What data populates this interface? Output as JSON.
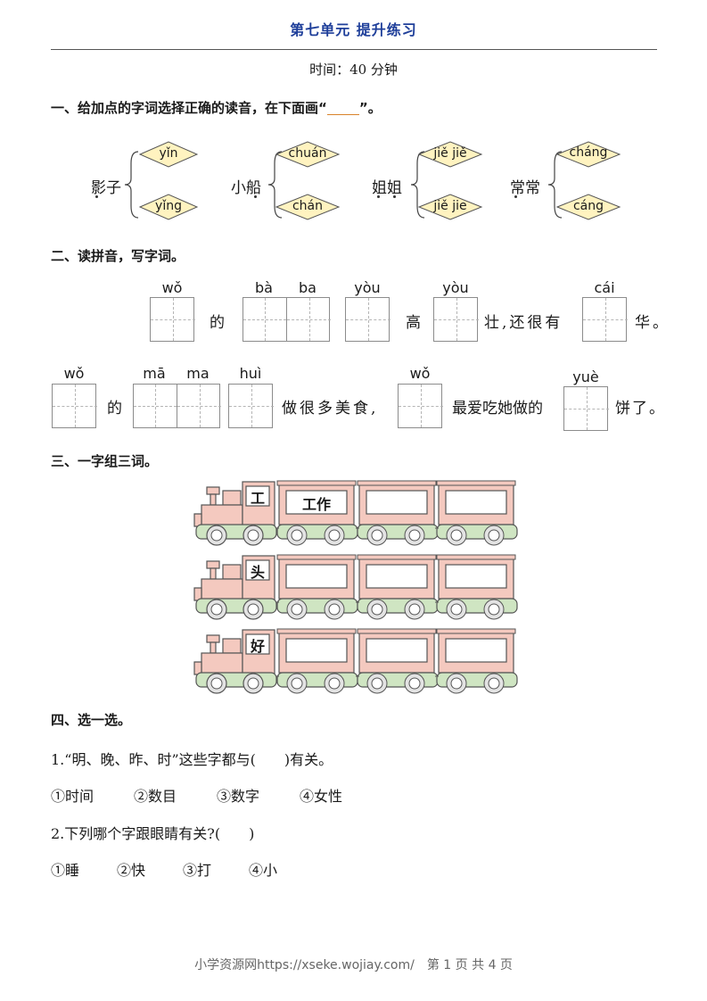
{
  "header": {
    "title": "第七单元 提升练习",
    "time": "时间：40 分钟"
  },
  "section1": {
    "heading_before": "一、给加点的字词选择正确的读音，在下面画“",
    "heading_after": "”。",
    "items": [
      {
        "word": "影子",
        "options": [
          "yǐn",
          "yǐng"
        ]
      },
      {
        "word": "小船",
        "options": [
          "chuán",
          "chán"
        ]
      },
      {
        "word": "姐姐",
        "options": [
          "jiě jiě",
          "jiě jie"
        ]
      },
      {
        "word": "常常",
        "options": [
          "cháng",
          "cáng"
        ]
      }
    ]
  },
  "section2": {
    "heading": "二、读拼音，写字词。",
    "line1": {
      "pinyin": [
        "wǒ",
        "bà",
        "ba",
        "yòu",
        "yòu",
        "cái"
      ],
      "text": [
        "的",
        "高",
        "壮,还很有",
        "华。"
      ]
    },
    "line2": {
      "pinyin": [
        "wǒ",
        "mā",
        "ma",
        "huì",
        "wǒ",
        "yuè"
      ],
      "text": [
        "的",
        "做很多美食,",
        "最爱吃她做的",
        "饼了。"
      ]
    }
  },
  "section3": {
    "heading": "三、一字组三词。",
    "trains": [
      {
        "char": "工",
        "words": [
          "工作",
          "",
          ""
        ]
      },
      {
        "char": "头",
        "words": [
          "",
          "",
          ""
        ]
      },
      {
        "char": "好",
        "words": [
          "",
          "",
          ""
        ]
      }
    ]
  },
  "section4": {
    "heading": "四、选一选。",
    "q1": "1.“明、晚、昨、时”这些字都与(　　)有关。",
    "q1_options": [
      "①时间",
      "②数目",
      "③数字",
      "④女性"
    ],
    "q2": "2.下列哪个字跟眼睛有关?(　　)",
    "q2_options": [
      "①睡",
      "②快",
      "③打",
      "④小"
    ]
  },
  "footer": {
    "text": "小学资源网https://xseke.wojiay.com/　第 1 页 共 4 页"
  },
  "colors": {
    "title": "#1f3f9a",
    "diamond_fill": "#fff3c0",
    "train_body": "#f4c9bf",
    "train_wheel_base": "#cfe5c2",
    "blank_line": "#d9832b"
  }
}
